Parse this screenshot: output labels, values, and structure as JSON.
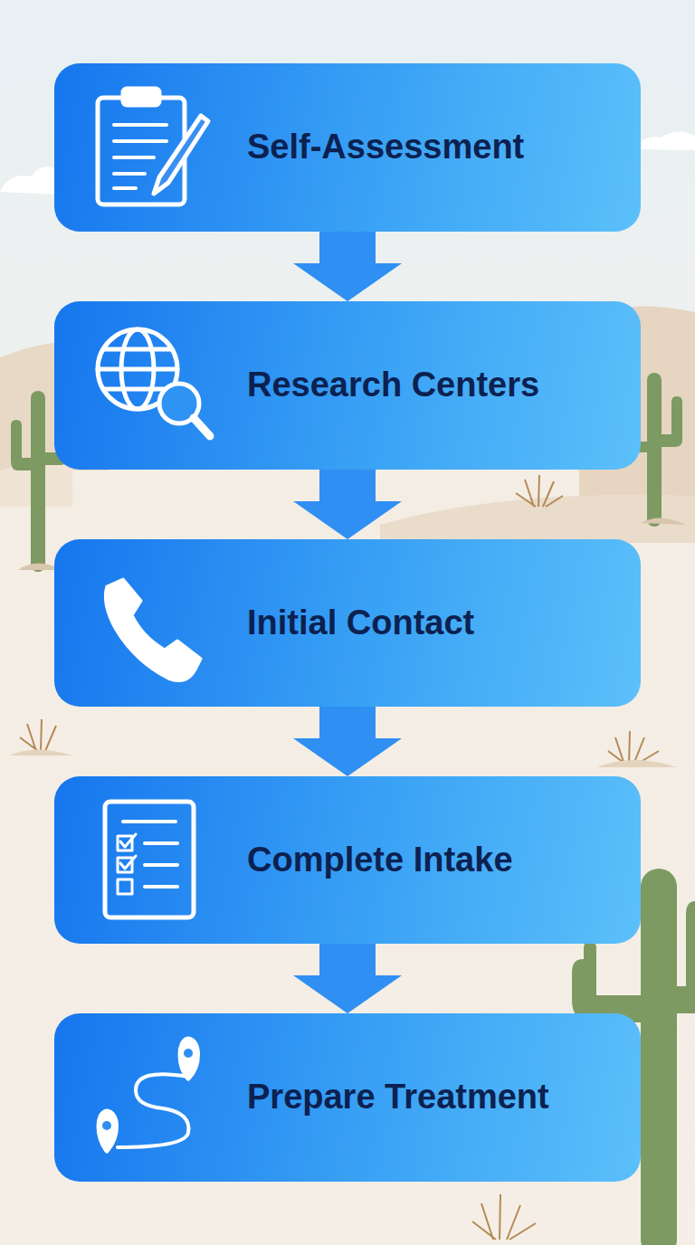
{
  "diagram": {
    "nodes": [
      {
        "text": [
          "Self-Assessment"
        ]
      },
      {
        "text": [
          "Research Centers"
        ]
      },
      {
        "text": [
          "Initial Contact"
        ]
      },
      {
        "text": [
          "Complete Intake"
        ]
      },
      {
        "text": [
          "Prepare Treatment"
        ]
      }
    ],
    "edges": [
      {
        "from": 0,
        "to": 1,
        "arrow": "to"
      },
      {
        "from": 1,
        "to": 2,
        "arrow": "to"
      },
      {
        "from": 2,
        "to": 3,
        "arrow": "to"
      },
      {
        "from": 3,
        "to": 4,
        "arrow": "to"
      }
    ]
  }
}
